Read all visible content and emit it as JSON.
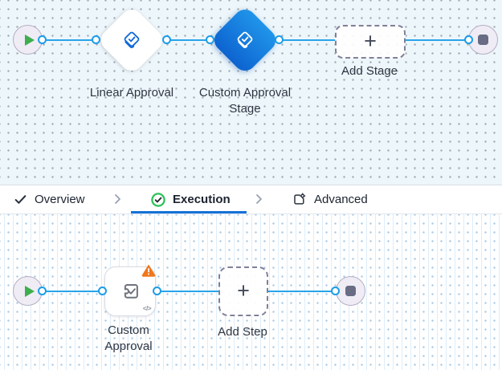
{
  "stage_canvas": {
    "nodes": {
      "start": {
        "name": "start"
      },
      "linear_approval": {
        "label": "Linear Approval"
      },
      "custom_approval_stage": {
        "label": "Custom Approval Stage",
        "selected": true
      },
      "add_stage": {
        "label": "Add Stage",
        "plus": "+"
      },
      "end": {
        "name": "end"
      }
    }
  },
  "tabs": {
    "items": [
      {
        "label": "Overview",
        "icon": "check-icon",
        "state": "complete"
      },
      {
        "label": "Execution",
        "icon": "check-circle-green-icon",
        "state": "active"
      },
      {
        "label": "Advanced",
        "icon": "settings-square-icon",
        "state": "default"
      }
    ]
  },
  "step_canvas": {
    "nodes": {
      "start": {
        "name": "start"
      },
      "custom_approval": {
        "label": "Custom Approval",
        "warning": true,
        "code_glyph": "</>"
      },
      "add_step": {
        "label": "Add Step",
        "plus": "+"
      },
      "end": {
        "name": "end"
      }
    }
  },
  "colors": {
    "edge_blue": "#29a4e9",
    "selected_blue": "#1470db",
    "underline_blue": "#1571d8",
    "success_green": "#2ec15b",
    "play_green": "#3fae4e",
    "warning_orange": "#f0761d"
  }
}
